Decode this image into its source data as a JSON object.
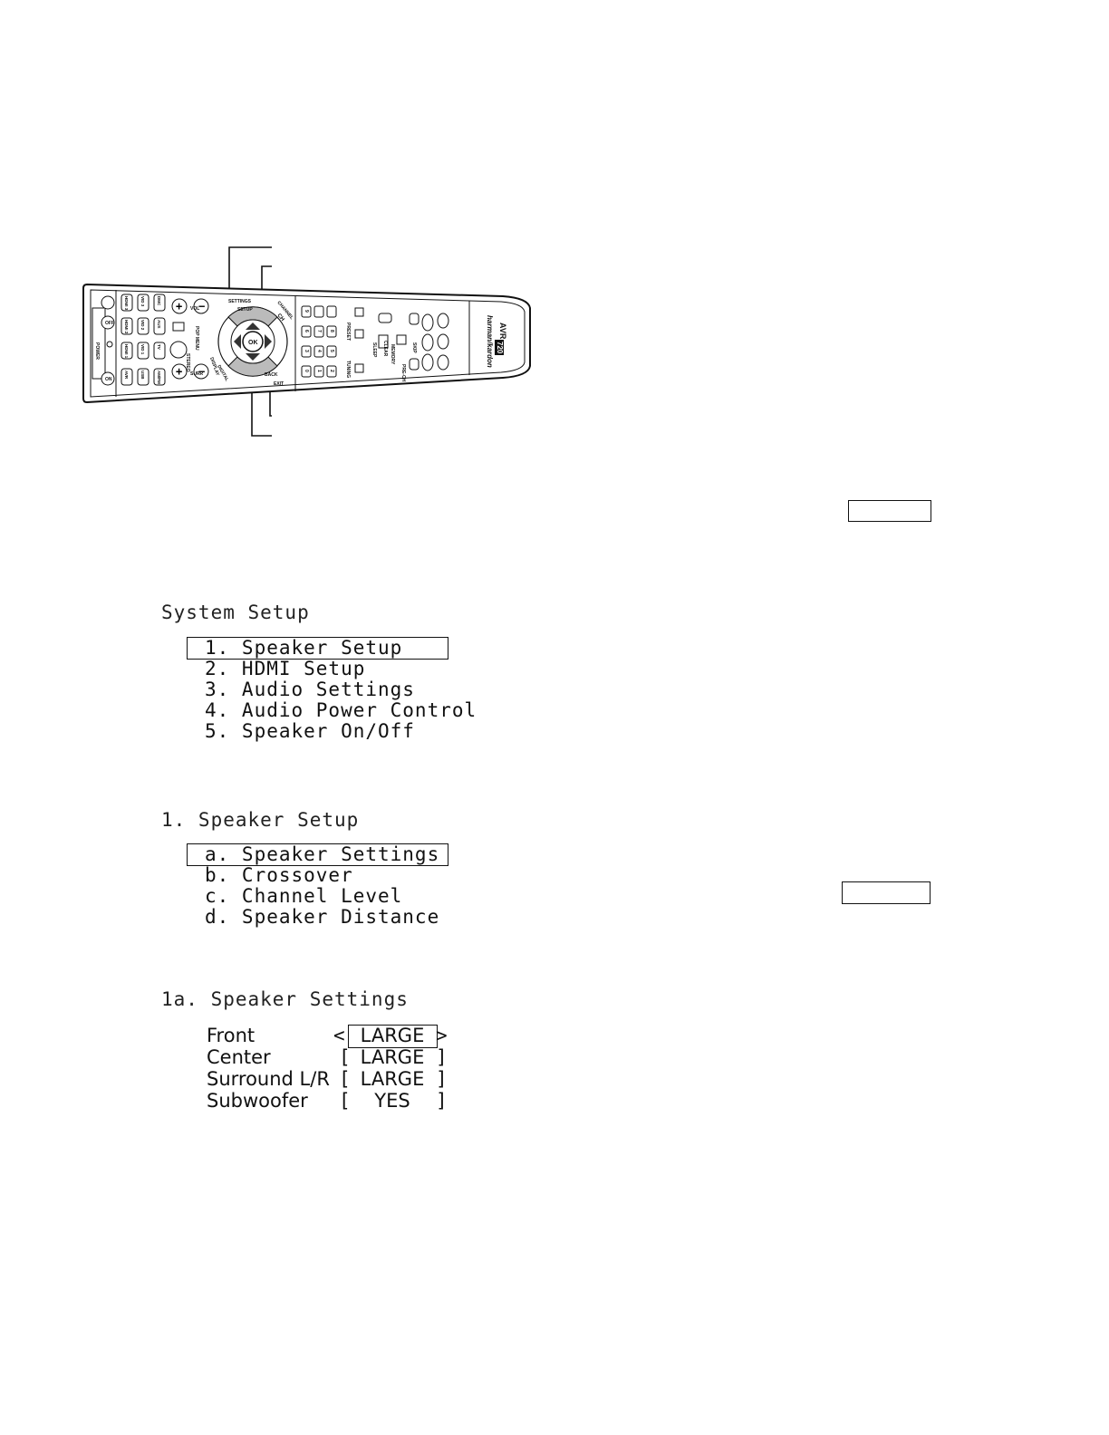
{
  "remote": {
    "brand": "harman/kardon",
    "model_prefix": "AVR",
    "model_number": "720",
    "power_label": "POWER",
    "on_label": "ON",
    "off_label": "OFF",
    "source_buttons": [
      "AVR",
      "HDMI 1",
      "HDMI 2",
      "HDMI 3",
      "USB",
      "VID 1",
      "VID 2",
      "VID 3",
      "AM/FM",
      "TV",
      "AUX",
      "DMC"
    ],
    "vol_label": "VOL",
    "surr_label": "SURR",
    "stereo_label": "STEREO",
    "tone_label": "TONE",
    "mute_label": "MUTE",
    "setup_label": "SETUP",
    "settings_label": "SETTINGS",
    "ok_label": "OK",
    "back_label": "BACK",
    "exit_label": "EXIT",
    "display_label": "DISPLAY",
    "digital_label": "DIGITAL",
    "ch_label": "CH",
    "pop_menu_label": "POP MENU",
    "channel_label": "CHANNEL",
    "tuning_label": "TUNING",
    "preset_label": "PRESET",
    "sleep_label": "SLEEP",
    "clear_label": "CLEAR",
    "memory_label": "MEMORY",
    "skip_label": "SKIP",
    "pre_ch_label": "PRE-CH",
    "digits": [
      "0",
      "1",
      "2",
      "3",
      "4",
      "5",
      "6",
      "7",
      "8",
      "9"
    ]
  },
  "menus": {
    "system_setup": {
      "title": "System Setup",
      "items": [
        "1. Speaker Setup",
        "2. HDMI Setup",
        "3. Audio Settings",
        "4. Audio Power Control",
        "5. Speaker On/Off"
      ]
    },
    "speaker_setup": {
      "title": "1. Speaker Setup",
      "items": [
        "a. Speaker Settings",
        "b. Crossover",
        "c. Channel Level",
        "d. Speaker Distance"
      ]
    },
    "speaker_settings": {
      "title": "1a. Speaker Settings",
      "rows": [
        {
          "label": "Front",
          "open": "<",
          "value": "LARGE",
          "close": ">"
        },
        {
          "label": "Center",
          "open": "[",
          "value": "LARGE",
          "close": "]"
        },
        {
          "label": "Surround L/R",
          "open": "[",
          "value": "LARGE",
          "close": "]"
        },
        {
          "label": "Subwoofer",
          "open": "[",
          "value": "YES",
          "close": "]"
        }
      ]
    }
  }
}
